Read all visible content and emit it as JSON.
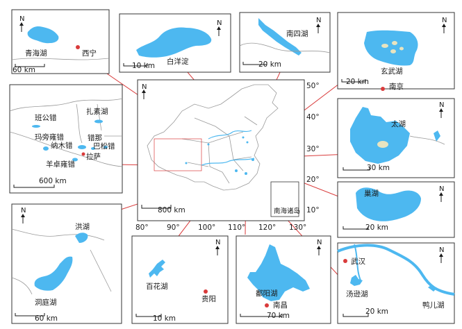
{
  "colors": {
    "water": "#4db8f0",
    "city": "#d93b3b",
    "leader": "#d93b3b",
    "border": "#9a9a9a"
  },
  "north_label": "N",
  "main_map": {
    "scale_label": "800 km",
    "inset_label": "南海诸岛",
    "lon_ticks": [
      "80°",
      "90°",
      "100°",
      "110°",
      "120°",
      "130°"
    ],
    "lat_ticks": [
      "50°",
      "40°",
      "30°",
      "20°",
      "10°"
    ]
  },
  "panels": {
    "qinghai": {
      "lake": "青海湖",
      "city": "西宁",
      "scale": "60 km"
    },
    "baiyangdian": {
      "lake": "白洋淀",
      "scale": "10 km"
    },
    "nansihu": {
      "lake": "南四湖",
      "scale": "20 km"
    },
    "xuanwu": {
      "lake": "玄武湖",
      "city": "南京",
      "scale": "20 km"
    },
    "tibet": {
      "lakes": [
        "班公错",
        "扎素湖",
        "玛旁雍错",
        "纳木错",
        "错那",
        "巴松错",
        "羊卓雍错"
      ],
      "city": "拉萨",
      "scale": "600 km"
    },
    "taihu": {
      "lake": "太湖",
      "scale": "30 km"
    },
    "chaohu": {
      "lake": "巢湖",
      "scale": "20 km"
    },
    "dongting": {
      "lakes": [
        "洪湖",
        "洞庭湖"
      ],
      "scale": "60 km"
    },
    "baihua": {
      "lake": "百花湖",
      "city": "贵阳",
      "scale": "10 km"
    },
    "poyang": {
      "lake": "鄱阳湖",
      "city": "南昌",
      "scale": "70 km"
    },
    "wuhan": {
      "lakes": [
        "汤逊湖",
        "鸭儿湖"
      ],
      "city": "武汉",
      "scale": "20 km"
    }
  }
}
